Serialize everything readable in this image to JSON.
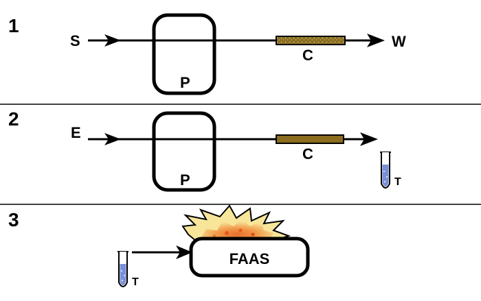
{
  "colors": {
    "line": "#000000",
    "column_fill": "#8a6d1e",
    "column_fill_loaded": "#9c8038",
    "tube_liquid": "#7a8fd6",
    "flame_outer": "#f7e69a",
    "flame_inner": "#e35a1c"
  },
  "panels": [
    {
      "number": "1",
      "inlet_label": "S",
      "pump_label": "P",
      "column_label": "C",
      "outlet_label": "W",
      "column_state": "loaded"
    },
    {
      "number": "2",
      "inlet_label": "E",
      "pump_label": "P",
      "column_label": "C",
      "tube_label": "T",
      "column_state": "eluted"
    },
    {
      "number": "3",
      "tube_label": "T",
      "instrument_label": "FAAS"
    }
  ],
  "icons": [
    "arrow-right-icon",
    "peristaltic-pump-icon",
    "test-tube-icon",
    "flame-icon"
  ]
}
